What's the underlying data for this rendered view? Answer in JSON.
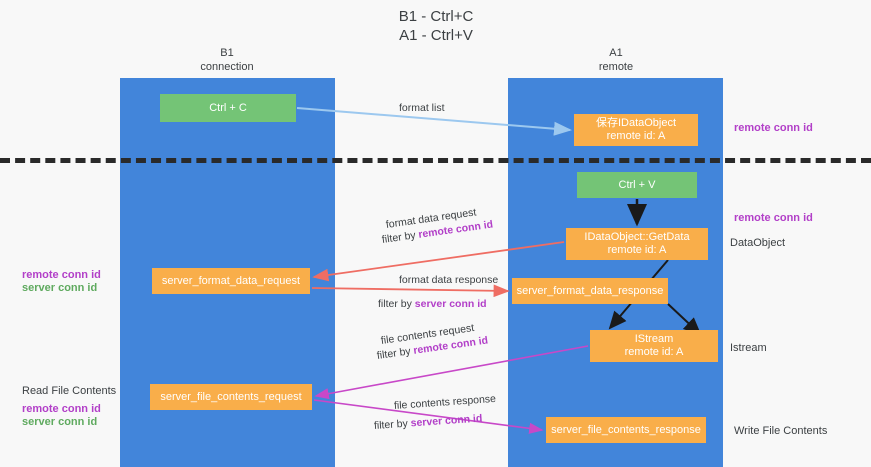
{
  "diagram": {
    "title": "B1 - Ctrl+C\nA1 - Ctrl+V",
    "lanes": [
      {
        "key": "b1",
        "header": "B1\nconnection"
      },
      {
        "key": "a1",
        "header": "A1\nremote"
      }
    ],
    "nodes": {
      "ctrl_c": "Ctrl + C",
      "save_idataobject": "保存IDataObject\nremote id: A",
      "ctrl_v": "Ctrl + V",
      "getdata": "IDataObject::GetData\nremote id: A",
      "server_format_data_request": "server_format_data_request",
      "server_format_data_response": "server_format_data_response",
      "istream": "IStream\nremote id: A",
      "server_file_contents_request": "server_file_contents_request",
      "server_file_contents_response": "server_file_contents_response"
    },
    "edge_labels": {
      "format_list": "format list",
      "format_data_request": "format data request",
      "filter_by_remote_conn_id": "filter by ",
      "format_data_response": "format data response",
      "filter_by_server_conn_id": "filter by ",
      "file_contents_request": "file contents request",
      "file_contents_response": "file contents response"
    },
    "tokens": {
      "remote_conn_id": "remote conn id",
      "server_conn_id": "server conn id"
    },
    "right_labels": {
      "remote_conn_id_top": "remote conn id",
      "remote_conn_id_mid": "remote conn id",
      "dataobject": "DataObject",
      "istream": "Istream",
      "write_file_contents": "Write File Contents"
    },
    "left_labels": {
      "remote_conn_id_mid": "remote conn id",
      "server_conn_id_mid": "server conn id",
      "read_file_contents": "Read File Contents",
      "remote_conn_id_bottom": "remote conn id",
      "server_conn_id_bottom": "server conn id"
    },
    "colors": {
      "lane": "#4285da",
      "green_node": "#74c476",
      "orange_node": "#f9ae4a",
      "magenta_text": "#b23fc8",
      "green_text": "#5faa5f",
      "light_blue_arrow": "#9cc8ef",
      "red_arrow": "#ef6d63",
      "magenta_arrow": "#c848c8",
      "black_arrow": "#1a1a1a",
      "background": "#f8f8f8",
      "divider": "#2a2a2a"
    }
  }
}
